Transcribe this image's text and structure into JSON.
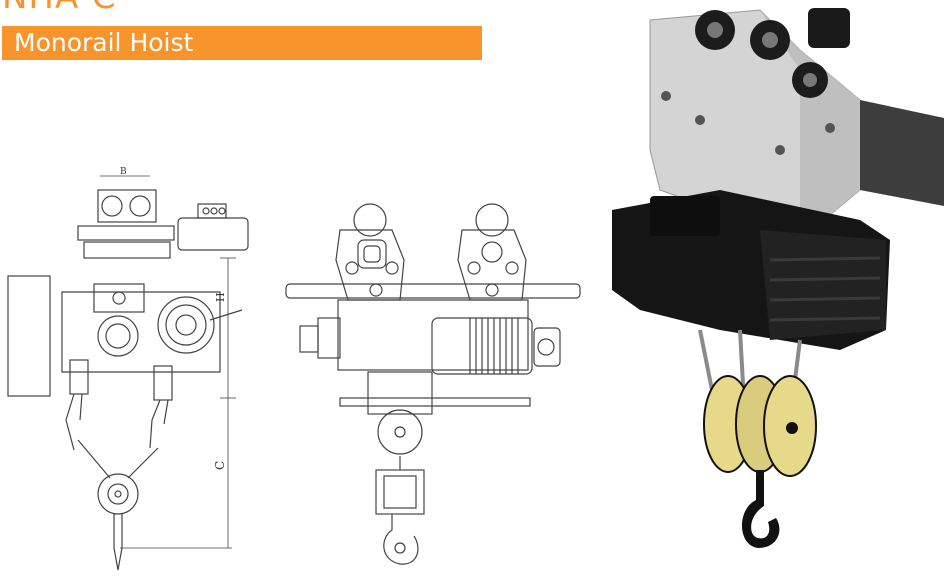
{
  "header": {
    "model": "NHA-C",
    "subtitle": "Monorail Hoist"
  },
  "drawing": {
    "dim_b": "B",
    "dim_h": "H",
    "dim_c": "C"
  },
  "colors": {
    "accent": "#f7942c",
    "drawing_line": "#444444",
    "hoist_frame": "#d4d4d4",
    "hoist_body": "#151515",
    "hook_block": "#e6d98a"
  }
}
